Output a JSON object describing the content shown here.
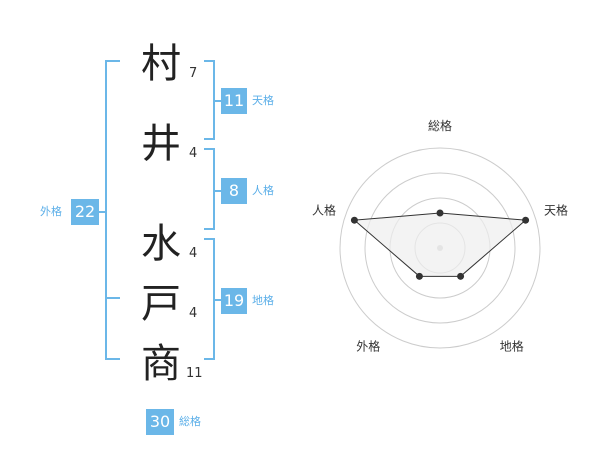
{
  "name": {
    "chars": [
      {
        "char": "村",
        "strokes": "7"
      },
      {
        "char": "井",
        "strokes": "4"
      },
      {
        "char": "水",
        "strokes": "4"
      },
      {
        "char": "戸",
        "strokes": "4"
      },
      {
        "char": "商",
        "strokes": "11"
      }
    ]
  },
  "kakusu": {
    "tenkaku": {
      "value": "11",
      "label": "天格"
    },
    "jinkaku": {
      "value": "8",
      "label": "人格"
    },
    "chikaku": {
      "value": "19",
      "label": "地格"
    },
    "gaikaku": {
      "value": "22",
      "label": "外格"
    },
    "soukaku": {
      "value": "30",
      "label": "総格"
    }
  },
  "colors": {
    "accent": "#6bb7e8",
    "radar_fill": "#eeeeee",
    "ring": "#cccccc"
  },
  "chart_data": {
    "type": "radar",
    "axes": [
      "総格",
      "天格",
      "地格",
      "外格",
      "人格"
    ],
    "values": [
      0.35,
      0.9,
      0.35,
      0.35,
      0.9
    ],
    "rings": 4
  }
}
